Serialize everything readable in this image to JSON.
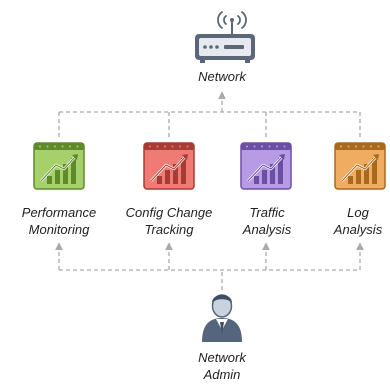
{
  "network": {
    "label": "Network",
    "icon": "router-icon"
  },
  "tools": [
    {
      "id": "performance",
      "line1": "Performance",
      "line2": "Monitoring",
      "color": "#a6d06a",
      "dark": "#5f8a2c",
      "icon": "chart-window-icon"
    },
    {
      "id": "config",
      "line1": "Config Change",
      "line2": "Tracking",
      "color": "#f07a74",
      "dark": "#a73b35",
      "icon": "chart-window-icon"
    },
    {
      "id": "traffic",
      "line1": "Traffic",
      "line2": "Analysis",
      "color": "#b79be4",
      "dark": "#6b4fa3",
      "icon": "chart-window-icon"
    },
    {
      "id": "log",
      "line1": "Log",
      "line2": "Analysis",
      "color": "#f0ad62",
      "dark": "#a86a1e",
      "icon": "chart-window-icon"
    }
  ],
  "admin": {
    "line1": "Network",
    "line2": "Admin",
    "icon": "admin-user-icon"
  },
  "colors": {
    "connector": "#aaaaaa",
    "router_body": "#5b6677",
    "router_front": "#e6eaf0",
    "person": "#56657e"
  }
}
